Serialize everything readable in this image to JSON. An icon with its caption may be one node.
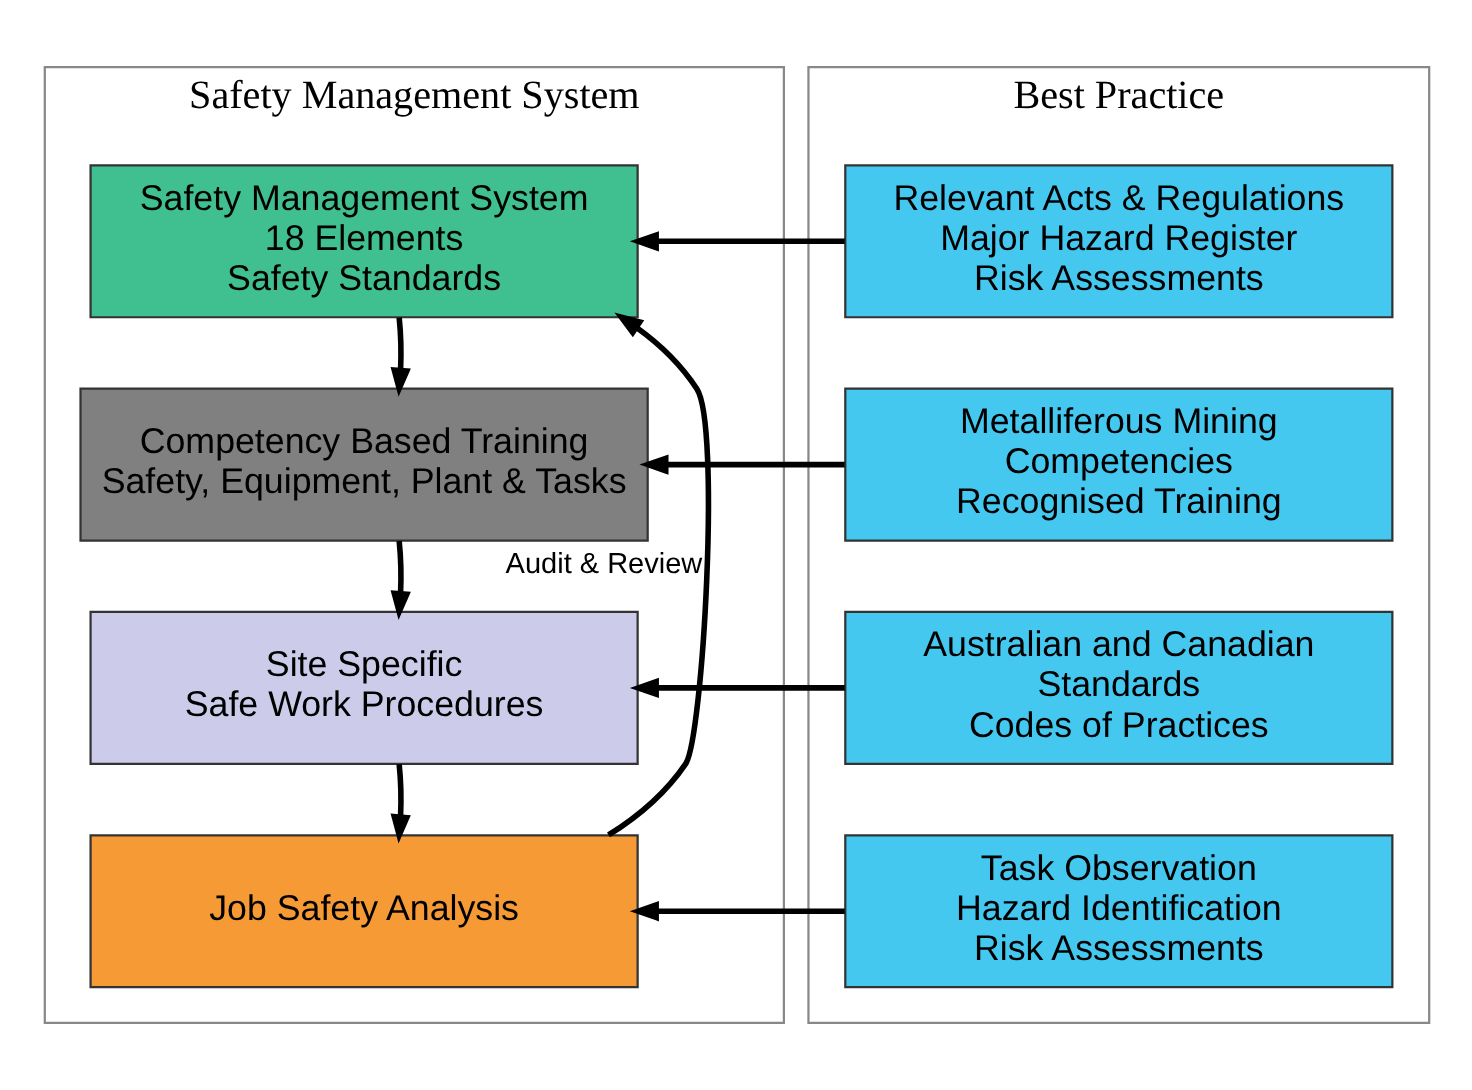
{
  "diagram": {
    "nodes": [
      {
        "text": [
          "Safety Management System"
        ]
      },
      {
        "text": [
          "Safety Management System",
          "18 Elements",
          "Safety Standards"
        ],
        "in": 0
      },
      {
        "text": [
          "Competency Based Training",
          "Safety, Equipment, Plant & Tasks"
        ],
        "in": 0
      },
      {
        "text": [
          "Site Specific",
          "Safe Work Procedures"
        ],
        "in": 0
      },
      {
        "text": [
          "Job Safety Analysis"
        ],
        "in": 0
      },
      {
        "text": [
          "Best Practice"
        ]
      },
      {
        "text": [
          "Relevant Acts & Regulations",
          "Major Hazard Register",
          "Risk Assessments"
        ],
        "in": 5
      },
      {
        "text": [
          "Metalliferous Mining",
          "Competencies",
          "Recognised Training"
        ],
        "in": 5
      },
      {
        "text": [
          "Australian and Canadian",
          "Standards",
          "Codes of Practices"
        ],
        "in": 5
      },
      {
        "text": [
          "Task Observation",
          "Hazard Identification",
          "Risk Assessments"
        ],
        "in": 5
      }
    ],
    "edges": [
      {
        "from": 1,
        "to": 2,
        "arrow": "to"
      },
      {
        "from": 2,
        "to": 3,
        "arrow": "to"
      },
      {
        "from": 3,
        "to": 4,
        "arrow": "to"
      },
      {
        "from": 6,
        "to": 1,
        "arrow": "to"
      },
      {
        "from": 7,
        "to": 2,
        "arrow": "to"
      },
      {
        "from": 8,
        "to": 3,
        "arrow": "to"
      },
      {
        "from": 9,
        "to": 4,
        "arrow": "to"
      },
      {
        "from": 4,
        "to": 1,
        "arrow": "to",
        "label": "Audit & Review"
      }
    ]
  }
}
